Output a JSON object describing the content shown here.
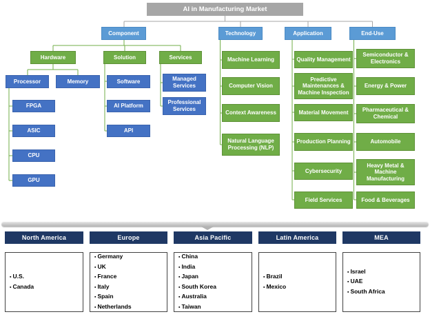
{
  "root": "AI in Manufacturing Market",
  "branches": {
    "component": "Component",
    "technology": "Technology",
    "application": "Application",
    "enduse": "End-Use"
  },
  "component": {
    "hardware": "Hardware",
    "solution": "Solution",
    "services": "Services",
    "hardware_children": {
      "processor": "Processor",
      "memory": "Memory"
    },
    "processor_items": [
      "FPGA",
      "ASIC",
      "CPU",
      "GPU"
    ],
    "solution_items": [
      "Software",
      "AI Platform",
      "API"
    ],
    "services_items": [
      "Managed Services",
      "Professional Services"
    ]
  },
  "technology_items": [
    "Machine Learning",
    "Computer Vision",
    "Context Awareness",
    "Natural Language Processing (NLP)"
  ],
  "application_items": [
    "Quality Management",
    "Predictive Maintenances & Machine Inspection",
    "Material Movement",
    "Production Planning",
    "Cybersecurity",
    "Field Services"
  ],
  "enduse_items": [
    "Semiconductor & Electronics",
    "Energy & Power",
    "Pharmaceutical & Chemical",
    "Automobile",
    "Heavy Metal & Machine Manufacturing",
    "Food & Beverages"
  ],
  "regions": [
    {
      "name": "North America",
      "countries": [
        "U.S.",
        "Canada"
      ]
    },
    {
      "name": "Europe",
      "countries": [
        "Germany",
        "UK",
        "France",
        "Italy",
        "Spain",
        "Netherlands"
      ]
    },
    {
      "name": "Asia Pacific",
      "countries": [
        "China",
        "India",
        "Japan",
        "South Korea",
        "Australia",
        "Taiwan"
      ]
    },
    {
      "name": "Latin America",
      "countries": [
        "Brazil",
        "Mexico"
      ]
    },
    {
      "name": "MEA",
      "countries": [
        "Israel",
        "UAE",
        "South Africa"
      ]
    }
  ],
  "colors": {
    "root_gray": "#a6a6a6",
    "branch_blue": "#5b9bd5",
    "sub_blue": "#4472c4",
    "green": "#70ad47",
    "region_navy": "#1f3864",
    "connector_gray": "#a6a6a6",
    "connector_green": "#70ad47"
  }
}
